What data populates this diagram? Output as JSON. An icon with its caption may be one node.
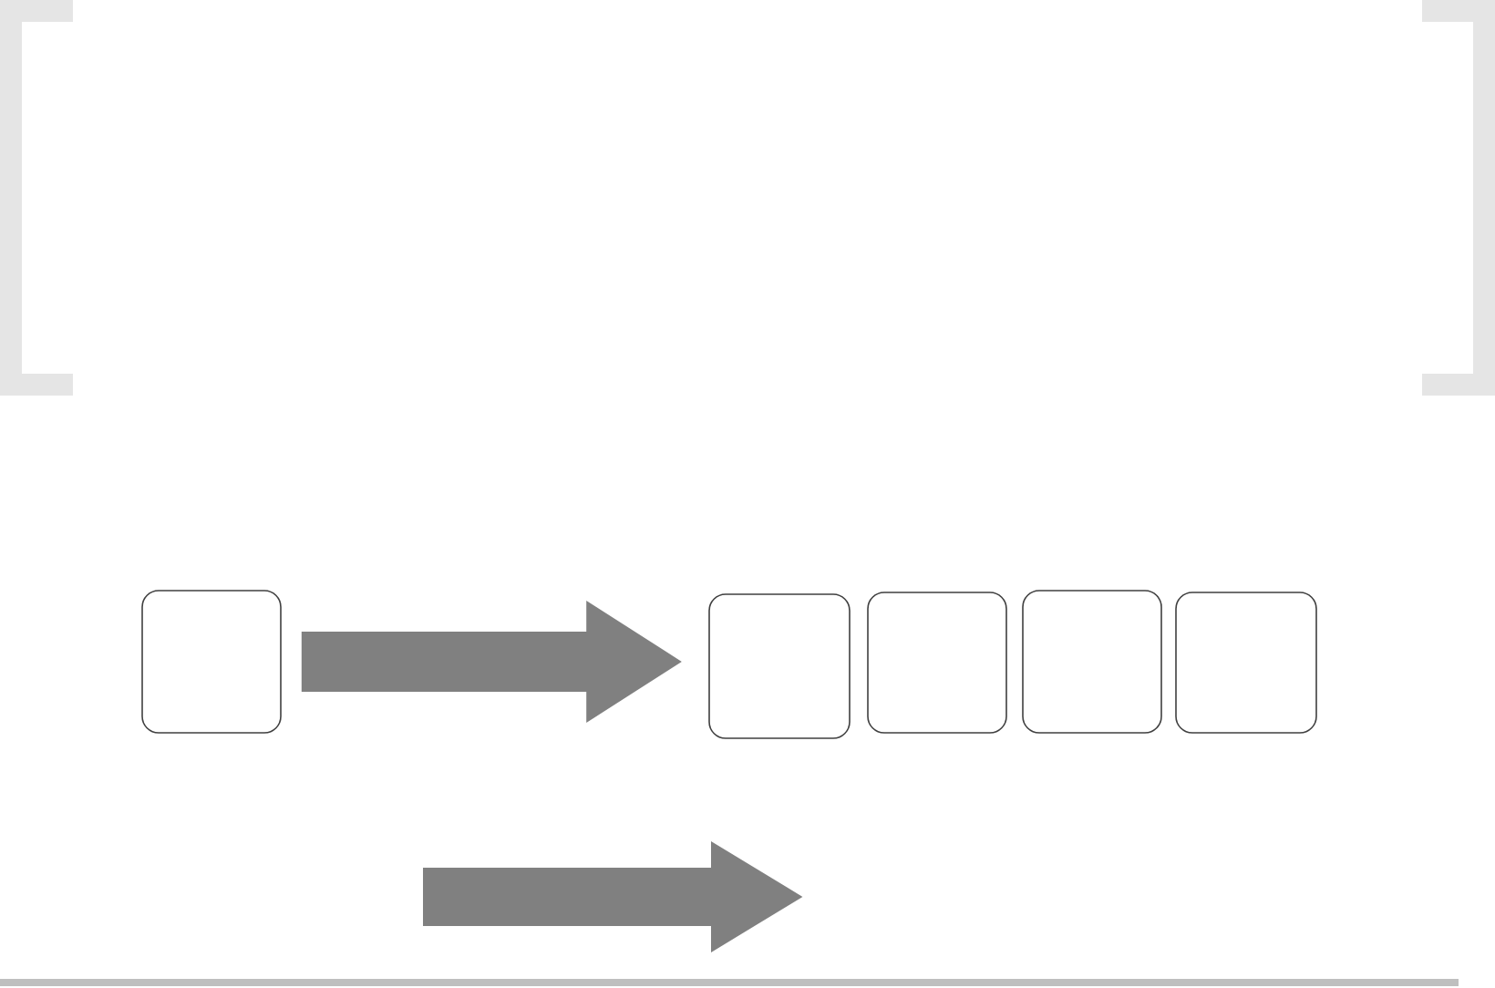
{
  "diagram": {
    "nodes": [
      {
        "text": [],
        "shape": "box"
      },
      {
        "text": [],
        "shape": "box"
      },
      {
        "text": [],
        "shape": "box"
      },
      {
        "text": [],
        "shape": "box"
      },
      {
        "text": [],
        "shape": "box"
      }
    ],
    "edges": [
      {
        "from": 0,
        "to": 1,
        "arrow": "to"
      }
    ]
  }
}
